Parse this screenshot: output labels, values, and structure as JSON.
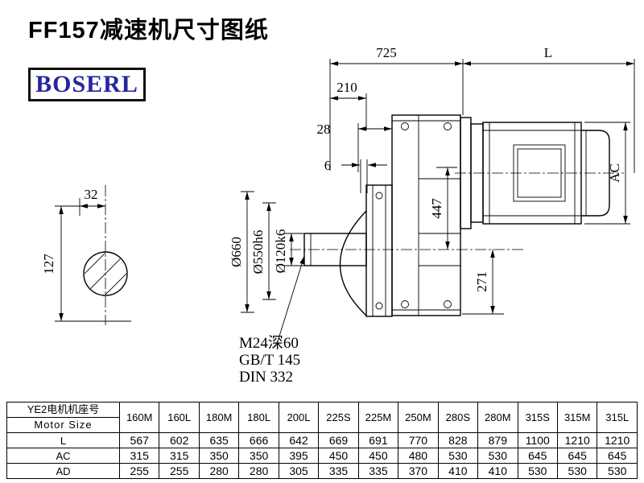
{
  "header": {
    "title": "FF157减速机尺寸图纸",
    "brand": "BOSERL"
  },
  "drawing": {
    "dim_725": "725",
    "dim_L": "L",
    "dim_210": "210",
    "dim_28": "28",
    "dim_6": "6",
    "dim_AC": "AC",
    "dim_447": "447",
    "dim_271": "271",
    "dim_32": "32",
    "dim_127": "127",
    "dia_660": "Ø660",
    "dia_550": "Ø550h6",
    "dia_120": "Ø120k6",
    "thread_note": "M24深60",
    "std_gbt": "GB/T 145",
    "std_din": "DIN 332"
  },
  "table": {
    "corner_line1": "YE2电机机座号",
    "corner_line2": "Motor Size",
    "columns": [
      "160M",
      "160L",
      "180M",
      "180L",
      "200L",
      "225S",
      "225M",
      "250M",
      "280S",
      "280M",
      "315S",
      "315M",
      "315L"
    ],
    "rows": [
      {
        "label": "L",
        "values": [
          "567",
          "602",
          "635",
          "666",
          "642",
          "669",
          "691",
          "770",
          "828",
          "879",
          "1100",
          "1210",
          "1210"
        ]
      },
      {
        "label": "AC",
        "values": [
          "315",
          "315",
          "350",
          "350",
          "395",
          "450",
          "450",
          "480",
          "530",
          "530",
          "645",
          "645",
          "645"
        ]
      },
      {
        "label": "AD",
        "values": [
          "255",
          "255",
          "280",
          "280",
          "305",
          "335",
          "335",
          "370",
          "410",
          "410",
          "530",
          "530",
          "530"
        ]
      }
    ]
  }
}
